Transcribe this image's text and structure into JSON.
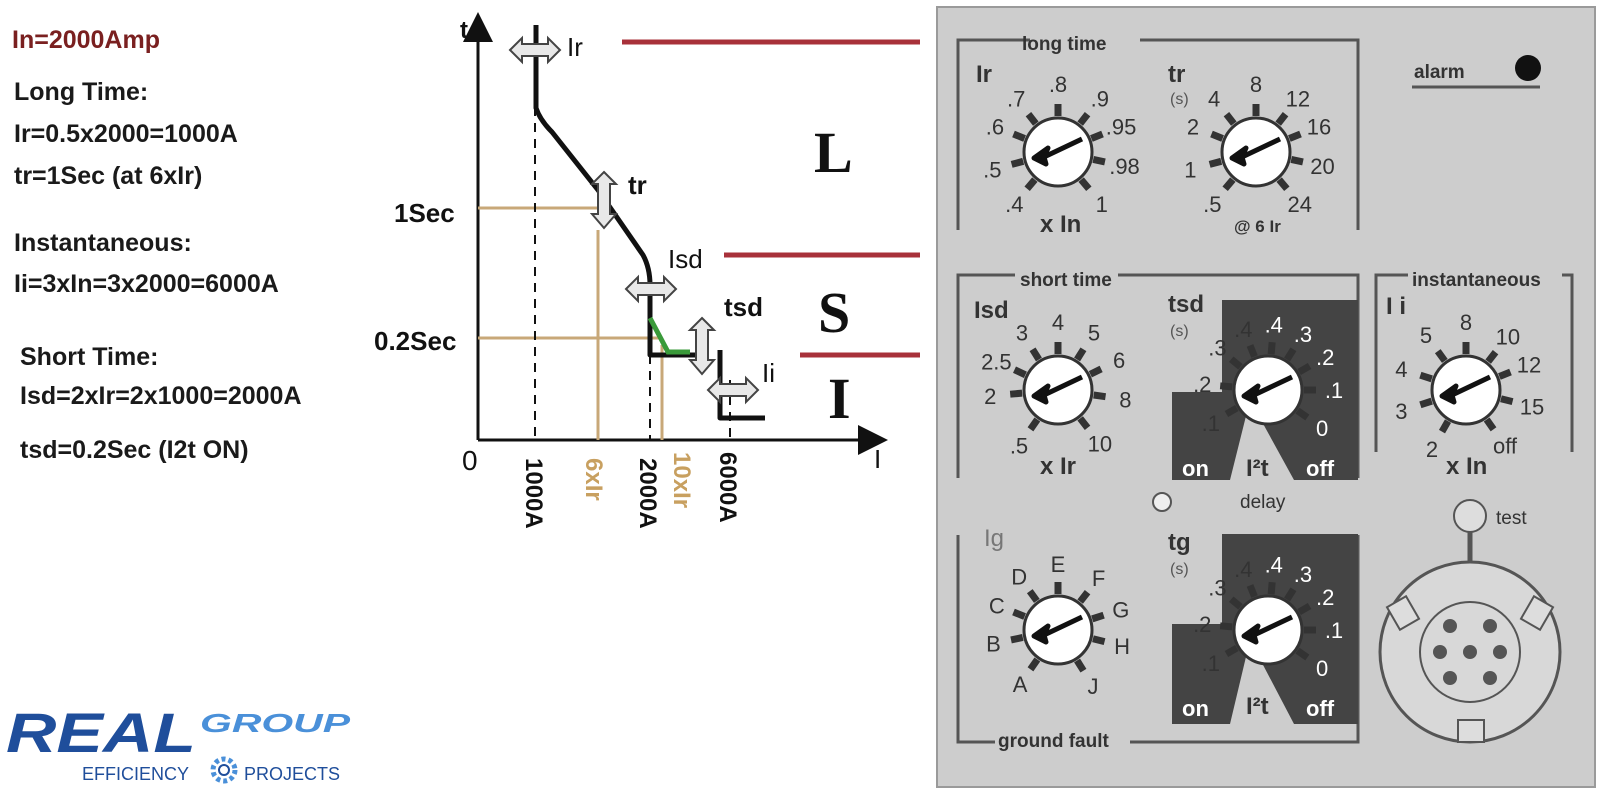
{
  "notes": {
    "in_rating": "In=2000Amp",
    "long_time_heading": "Long Time:",
    "long_time_ir": "Ir=0.5x2000=1000A",
    "long_time_tr": "tr=1Sec (at 6xIr)",
    "instantaneous_heading": "Instantaneous:",
    "instantaneous_ii": "Ii=3xIn=3x2000=6000A",
    "short_time_heading": "Short Time:",
    "short_time_isd": "Isd=2xIr=2x1000=2000A",
    "short_time_tsd": "tsd=0.2Sec (I2t ON)"
  },
  "curve": {
    "t_axis": "t",
    "i_axis": "I",
    "origin": "0",
    "label_ir": "Ir",
    "label_tr": "tr",
    "label_isd": "Isd",
    "label_tsd": "tsd",
    "label_ii": "Ii",
    "zone_l": "L",
    "zone_s": "S",
    "zone_i": "I",
    "y_1sec": "1Sec",
    "y_02sec": "0.2Sec",
    "x_1000a": "1000A",
    "x_6xir": "6xIr",
    "x_2000a": "2000A",
    "x_10xir": "10xIr",
    "x_6000a": "6000A",
    "curve_color": "#111111",
    "guide_color": "#c8a878",
    "zone_line_color": "#a8313a"
  },
  "panel": {
    "long_time_group": "long time",
    "ir_label": "Ir",
    "ir_scale": [
      ".4",
      ".5",
      ".6",
      ".7",
      ".8",
      ".9",
      ".95",
      ".98",
      "1"
    ],
    "ir_unit": "x In",
    "tr_label": "tr",
    "tr_unit": "(s)",
    "tr_scale": [
      ".5",
      "1",
      "2",
      "4",
      "8",
      "12",
      "16",
      "20",
      "24"
    ],
    "tr_note": "@ 6 Ir",
    "alarm_label": "alarm",
    "short_time_group": "short time",
    "isd_label": "Isd",
    "isd_scale": [
      ".5",
      "2",
      "2.5",
      "3",
      "4",
      "5",
      "6",
      "8",
      "10"
    ],
    "isd_unit": "x Ir",
    "tsd_label": "tsd",
    "tsd_unit": "(s)",
    "tsd_scale_on": [
      ".1",
      ".2",
      ".3",
      ".4"
    ],
    "tsd_scale_off": [
      ".4",
      ".3",
      ".2",
      ".1",
      "0"
    ],
    "on_label": "on",
    "off_label": "off",
    "i2t_label": "I²t",
    "delay_label": "delay",
    "instantaneous_group": "instantaneous",
    "ii_label": "I i",
    "ii_scale": [
      "2",
      "3",
      "4",
      "5",
      "8",
      "10",
      "12",
      "15",
      "off"
    ],
    "ii_unit": "x In",
    "ig_label": "Ig",
    "ig_scale": [
      "A",
      "B",
      "C",
      "D",
      "E",
      "F",
      "G",
      "H",
      "J"
    ],
    "tg_label": "tg",
    "tg_unit": "(s)",
    "tg_scale_on": [
      ".1",
      ".2",
      ".3",
      ".4"
    ],
    "tg_scale_off": [
      ".4",
      ".3",
      ".2",
      ".1",
      "0"
    ],
    "ground_fault_group": "ground fault",
    "test_label": "test"
  },
  "logo": {
    "brand_main": "REAL",
    "brand_sub": "GROUP",
    "tagline_left": "EFFICIENCY",
    "tagline_right": "PROJECTS",
    "primary_color": "#1f4e9b",
    "accent_color": "#4a90d9"
  }
}
